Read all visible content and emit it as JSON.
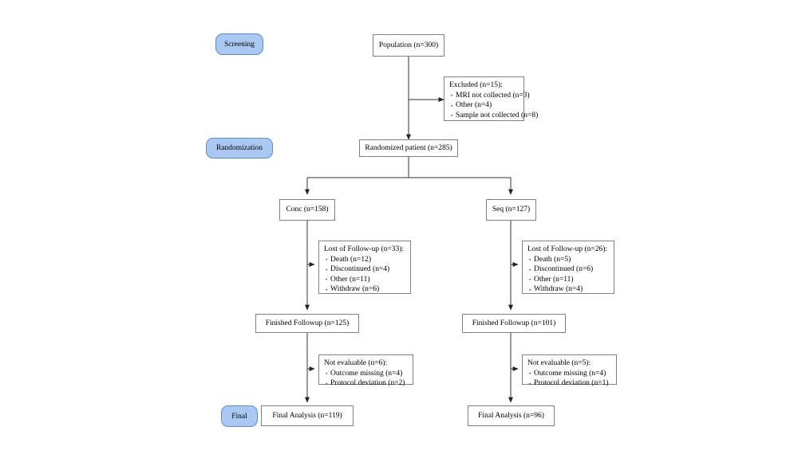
{
  "diagram": {
    "title": "CONSORT participant flow diagram",
    "background_color": "#ffffff",
    "box_border_color": "#808080",
    "stage_fill_color": "#a9c9f2",
    "stage_border_color": "#5b8cc8",
    "edge_color": "#333333"
  },
  "stages": [
    {
      "label": "Screening"
    },
    {
      "label": "Randomization"
    },
    {
      "label": "Final"
    }
  ],
  "nodes": {
    "population": {
      "label": "Population (n=300)"
    },
    "excluded": {
      "title": "Excluded (n=15):",
      "items": [
        "MRI not collected (n=3)",
        "Other (n=4)",
        "Sample not collected (n=8)"
      ]
    },
    "randomized": {
      "label": "Randomized patient (n=285)"
    },
    "arm_left": {
      "label": "Conc (n=158)"
    },
    "arm_right": {
      "label": "Seq (n=127)"
    },
    "lost_left": {
      "title": "Lost of Follow-up (n=33):",
      "items": [
        "Death (n=12)",
        "Discontinued (n=4)",
        "Other (n=11)",
        "Withdraw (n=6)"
      ]
    },
    "lost_right": {
      "title": "Lost of Follow-up (n=26):",
      "items": [
        "Death (n=5)",
        "Discontinued (n=6)",
        "Other (n=11)",
        "Withdraw (n=4)"
      ]
    },
    "finished_left": {
      "label": "Finished Followup (n=125)"
    },
    "finished_right": {
      "label": "Finished Followup (n=101)"
    },
    "notevaluable_left": {
      "title": "Not evaluable (n=6):",
      "items": [
        "Outcome missing (n=4)",
        "Protocol deviation (n=2)"
      ]
    },
    "notevaluable_right": {
      "title": "Not evaluable (n=5):",
      "items": [
        "Outcome missing (n=4)",
        "Protocol deviation (n=1)"
      ]
    },
    "final_left": {
      "label": "Final Analysis (n=119)"
    },
    "final_right": {
      "label": "Final Analysis (n=96)"
    }
  }
}
